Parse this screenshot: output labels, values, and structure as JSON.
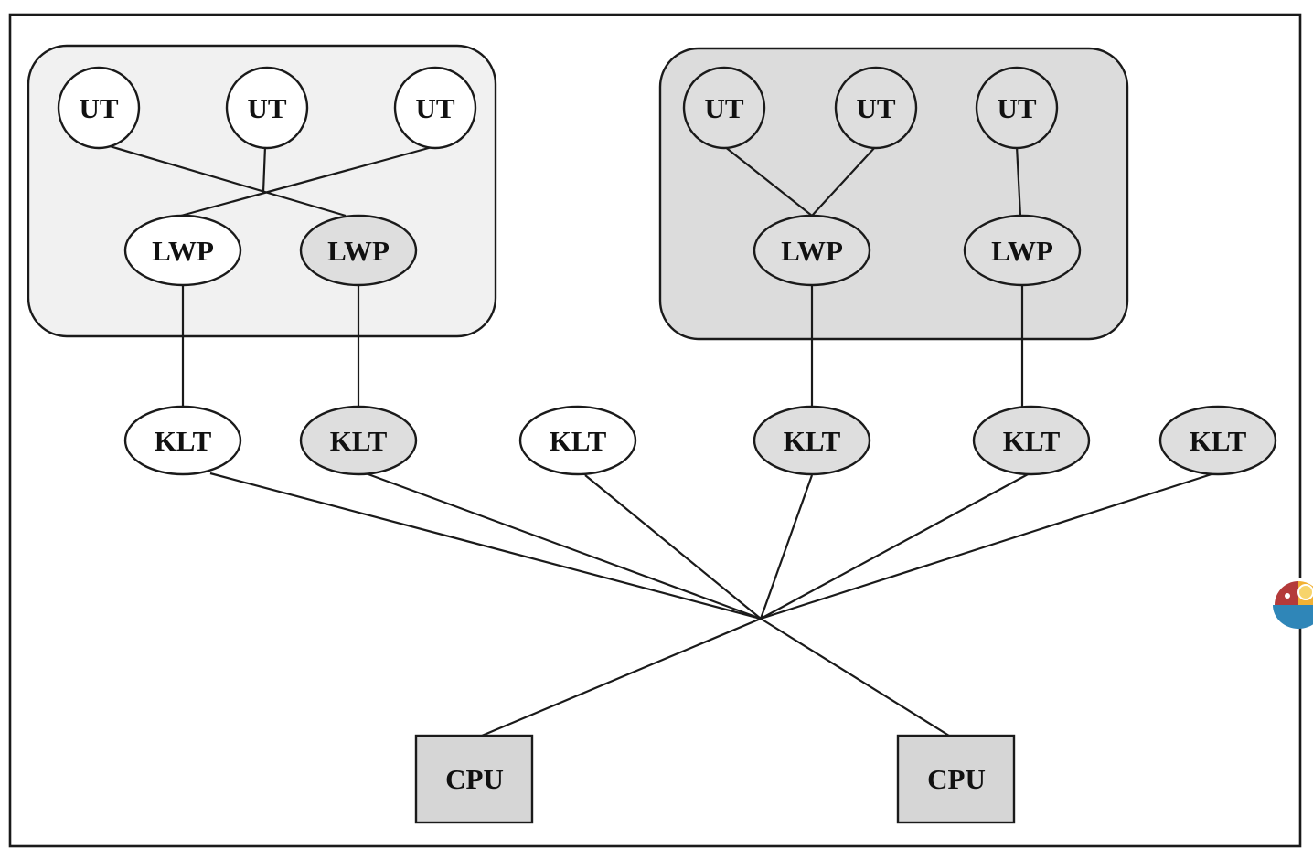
{
  "colors": {
    "background": "#ffffff",
    "stroke": "#1a1a1a",
    "group_fill_light": "#f1f1f1",
    "group_fill_shaded": "#dcdcdc",
    "node_fill_white": "#ffffff",
    "node_fill_shaded": "#dedede",
    "cpu_fill": "#d6d6d6"
  },
  "groups": [
    {
      "id": "process-1",
      "shaded": false,
      "user_threads": [
        {
          "label": "UT"
        },
        {
          "label": "UT"
        },
        {
          "label": "UT"
        }
      ],
      "lwps": [
        {
          "label": "LWP",
          "shaded": false
        },
        {
          "label": "LWP",
          "shaded": true
        }
      ]
    },
    {
      "id": "process-2",
      "shaded": true,
      "user_threads": [
        {
          "label": "UT"
        },
        {
          "label": "UT"
        },
        {
          "label": "UT"
        }
      ],
      "lwps": [
        {
          "label": "LWP",
          "shaded": true
        },
        {
          "label": "LWP",
          "shaded": true
        }
      ]
    }
  ],
  "kernel_threads": [
    {
      "label": "KLT",
      "shaded": false
    },
    {
      "label": "KLT",
      "shaded": true
    },
    {
      "label": "KLT",
      "shaded": false
    },
    {
      "label": "KLT",
      "shaded": true
    },
    {
      "label": "KLT",
      "shaded": true
    },
    {
      "label": "KLT",
      "shaded": true
    }
  ],
  "cpus": [
    {
      "label": "CPU"
    },
    {
      "label": "CPU"
    }
  ],
  "side_logo_icon": "fruit-bowl-icon"
}
